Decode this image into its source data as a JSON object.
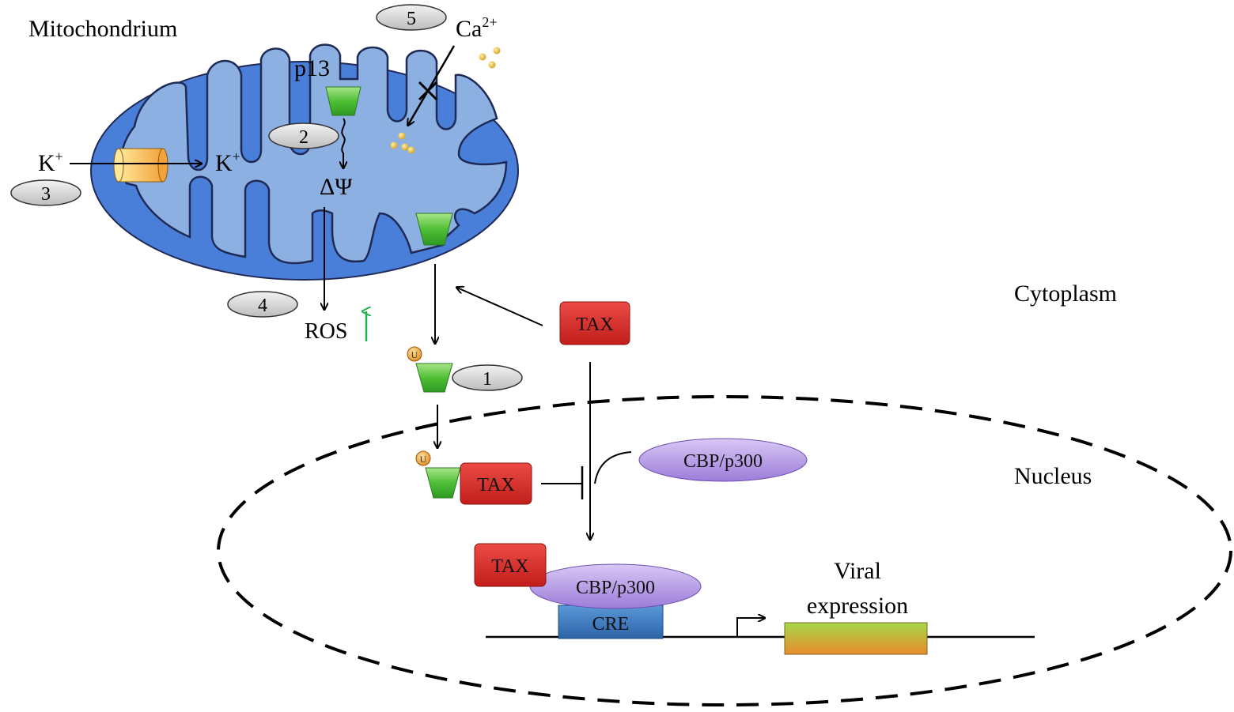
{
  "labels": {
    "mitochondrium": "Mitochondrium",
    "p13": "p13",
    "ca": "Ca",
    "ca_sup": "2+",
    "k_out": "K",
    "k_out_sup": "+",
    "k_in": "K",
    "k_in_sup": "+",
    "delta_psi": "ΔΨ",
    "ros": "ROS",
    "cytoplasm": "Cytoplasm",
    "nucleus": "Nucleus",
    "viral_line1": "Viral",
    "viral_line2": "expression",
    "ubiquitin": "U"
  },
  "steps": {
    "one": "1",
    "two": "2",
    "three": "3",
    "four": "4",
    "five": "5"
  },
  "boxes": {
    "tax_cytoplasm": "TAX",
    "tax_complex": "TAX",
    "tax_promoter": "TAX",
    "cbp_free": "CBP/p300",
    "cbp_bound": "CBP/p300",
    "cre": "CRE"
  },
  "colors": {
    "mito_outer": "#4a7fd9",
    "mito_inner": "#8db0e3",
    "tax_red": "#d42a26",
    "cbp_purple": "#b69ae6",
    "cre_blue": "#3d7cc4",
    "p13_green": "#58c43a",
    "ros_arrow_green": "#22b24c",
    "step_gray": "#d9d9d9"
  }
}
